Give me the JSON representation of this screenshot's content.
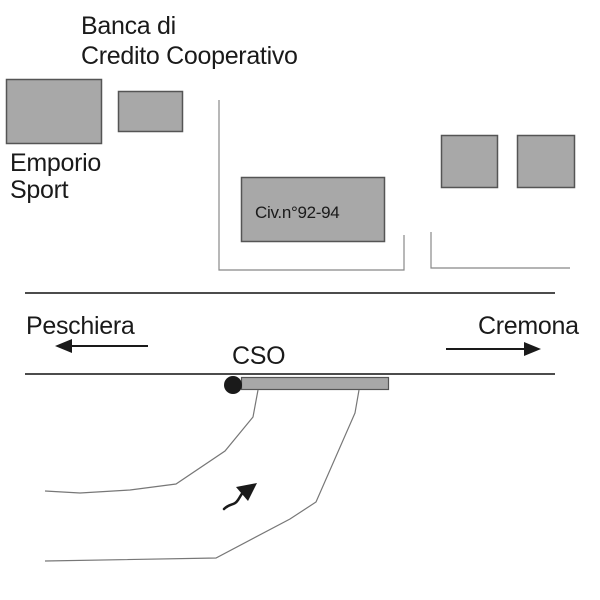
{
  "labels": {
    "bank_line1": "Banca di",
    "bank_line2": "Credito Cooperativo",
    "emporio_line1": "Emporio",
    "emporio_line2": "Sport",
    "civic_number": "Civ.n°92-94",
    "direction_left": "Peschiera",
    "direction_right": "Cremona",
    "cso": "CSO"
  },
  "colors": {
    "building_fill": "#a8a8a8",
    "building_stroke": "#555555",
    "road_line": "#333333",
    "boundary_line": "#888888",
    "text": "#1a1a1a"
  }
}
